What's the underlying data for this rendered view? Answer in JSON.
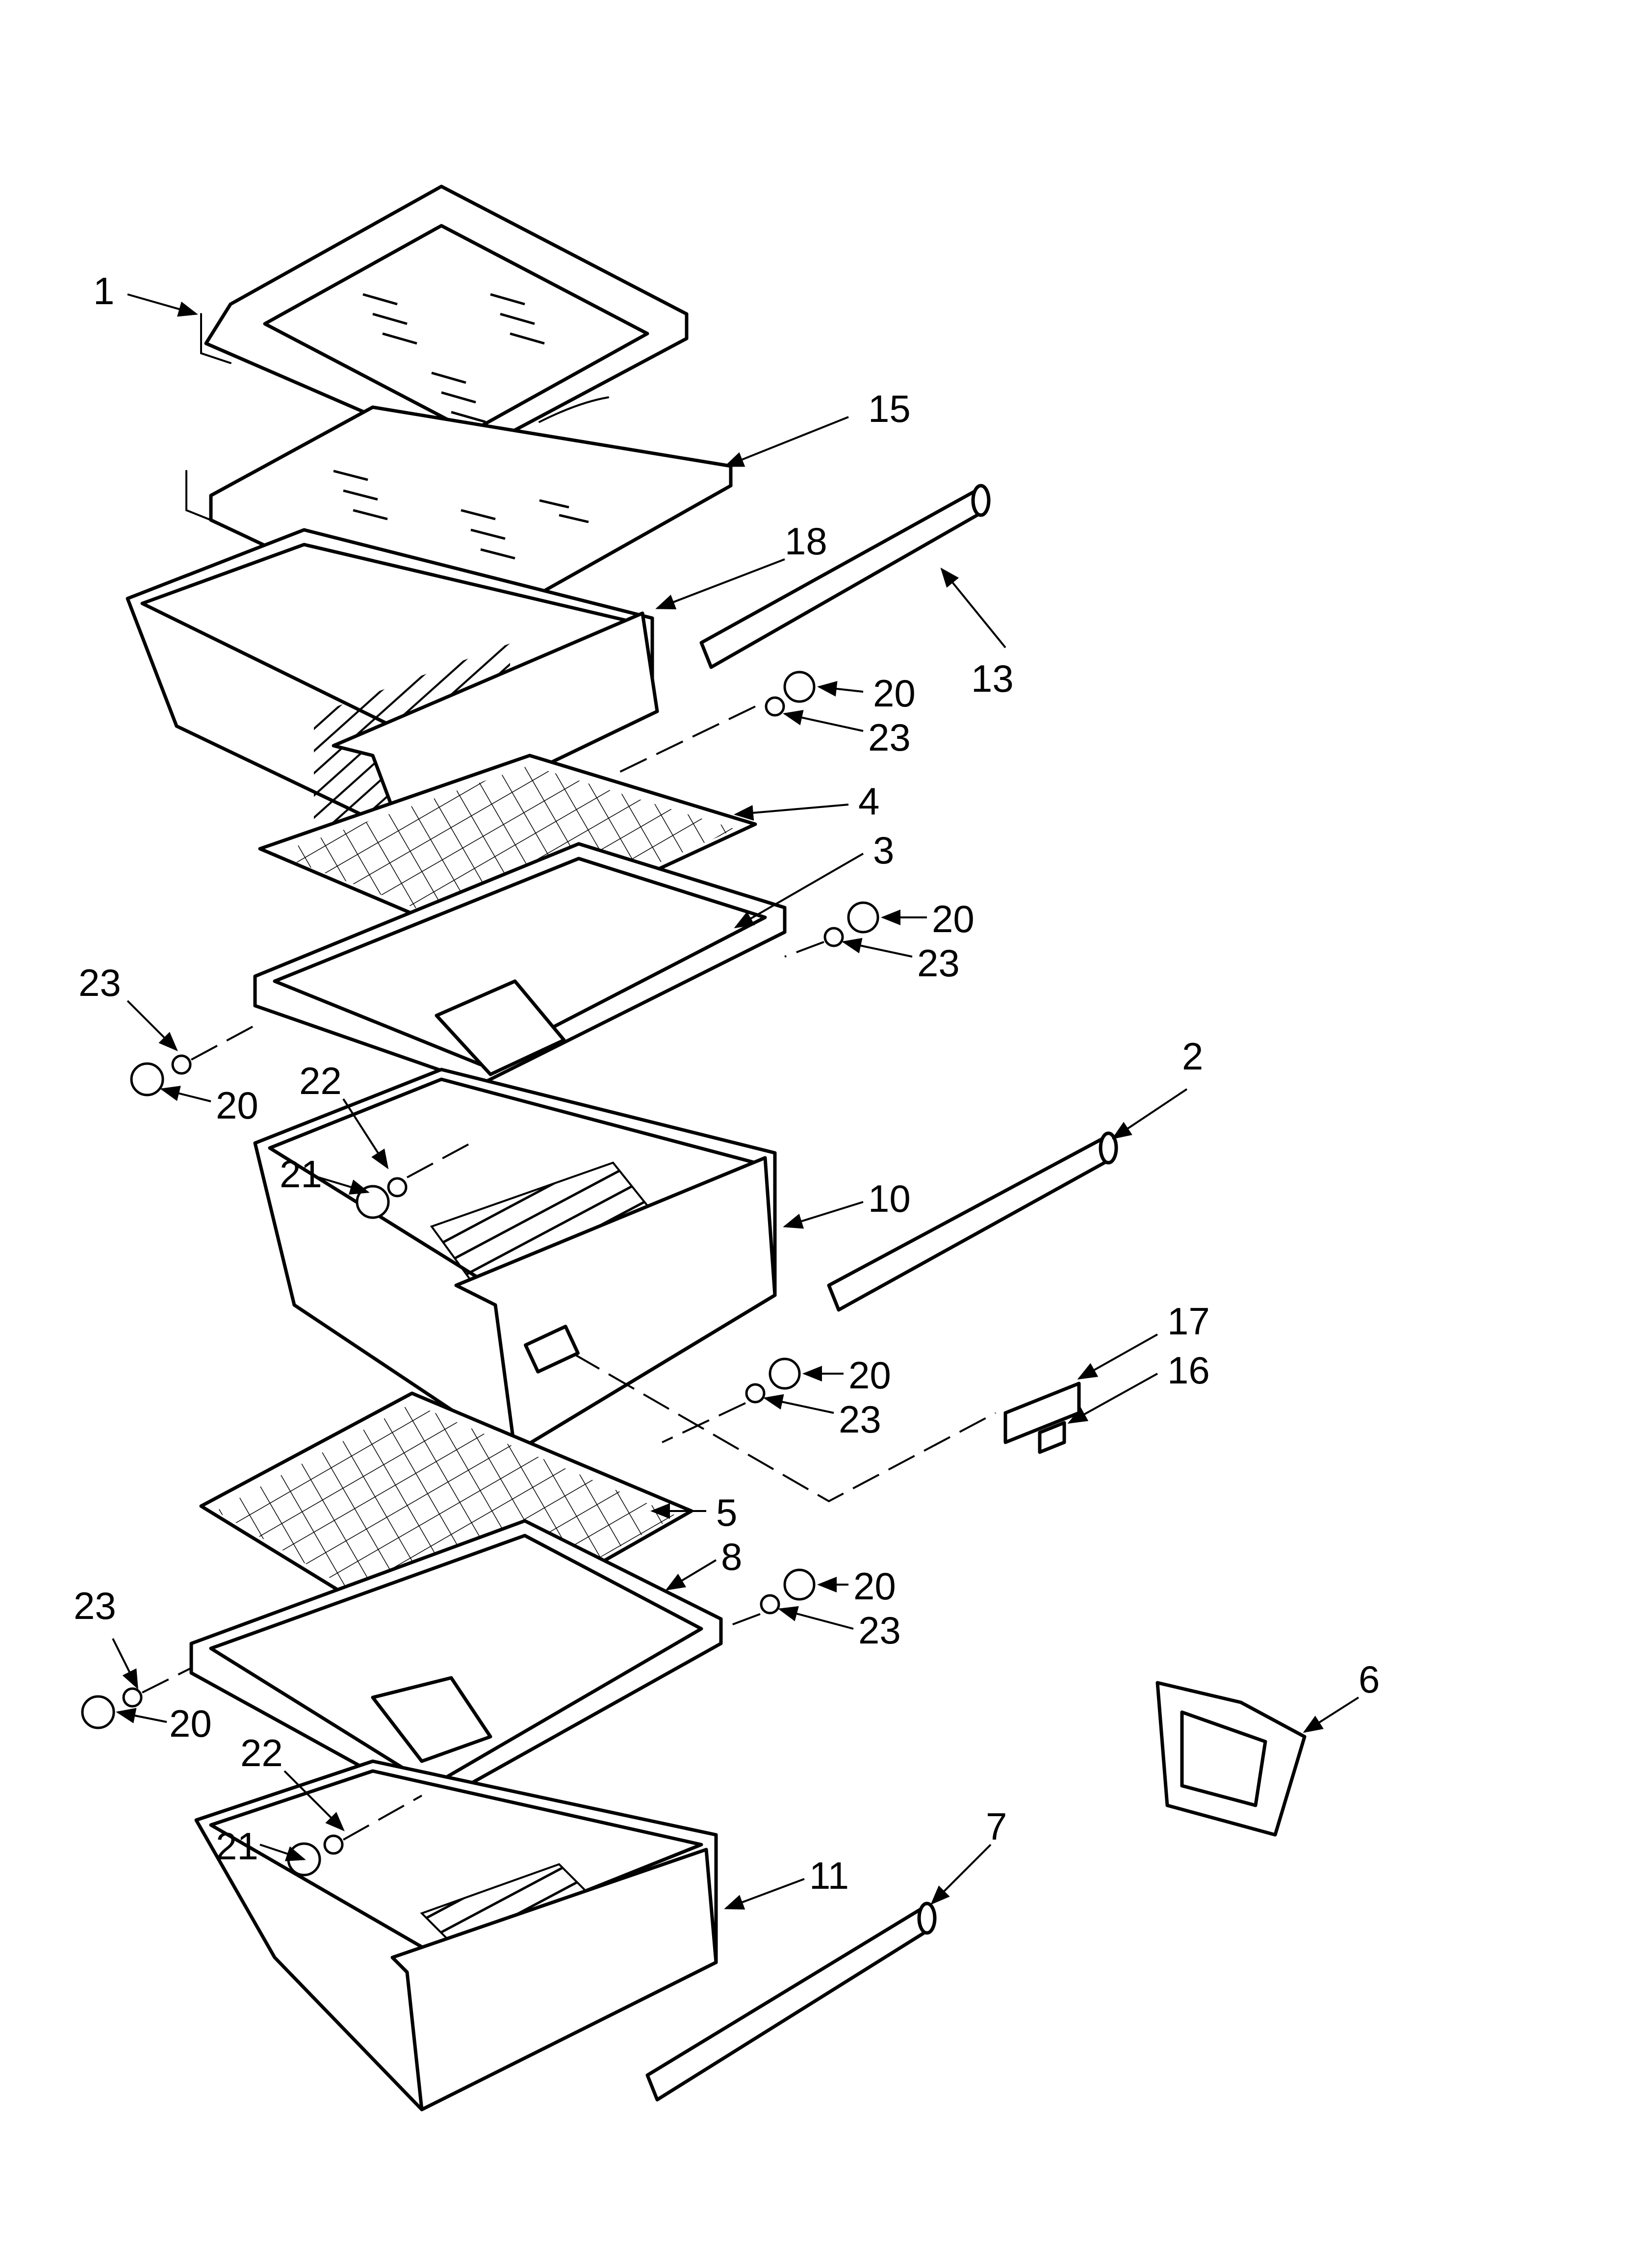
{
  "callouts": {
    "c1": "1",
    "c2": "2",
    "c3": "3",
    "c4": "4",
    "c5": "5",
    "c6": "6",
    "c7": "7",
    "c8": "8",
    "c10": "10",
    "c11": "11",
    "c13": "13",
    "c15": "15",
    "c16": "16",
    "c17": "17",
    "c18": "18",
    "c20": "20",
    "c21": "21",
    "c22": "22",
    "c23": "23"
  }
}
